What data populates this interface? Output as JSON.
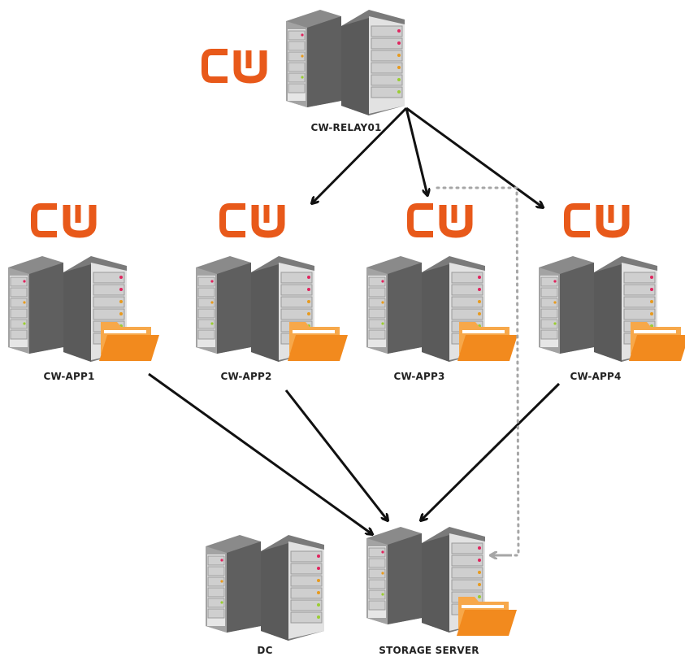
{
  "colors": {
    "brand_orange": "#e8591a",
    "folder_orange": "#f28a1e",
    "server_gray": "#6e6e6e",
    "arrow_black": "#111111",
    "dotted_gray": "#a6a6a6"
  },
  "nodes": {
    "relay": {
      "label": "CW-RELAY01"
    },
    "app1": {
      "label": "CW-APP1"
    },
    "app2": {
      "label": "CW-APP2"
    },
    "app3": {
      "label": "CW-APP3"
    },
    "app4": {
      "label": "CW-APP4"
    },
    "dc": {
      "label": "DC"
    },
    "storage": {
      "label": "STORAGE SERVER"
    }
  },
  "logo": {
    "text": "CU",
    "icon": "cw-logo"
  }
}
